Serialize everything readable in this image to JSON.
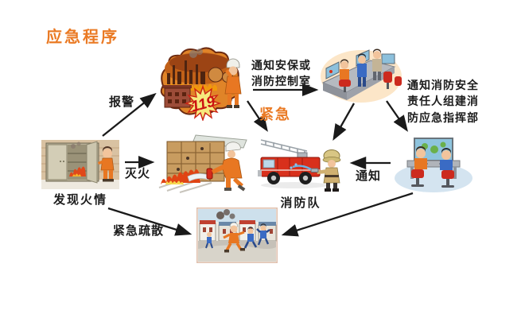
{
  "title": "应急程序",
  "colors": {
    "accent": "#ea7a24",
    "arrow": "#1a1a1a"
  },
  "nodes": {
    "discover": {
      "label": "发现火情",
      "icon": "person-discovers-cabinet-fire"
    },
    "alarm": {
      "badge": "119",
      "icon": "burning-plant-call-119"
    },
    "extinguish": {
      "icon": "worker-extinguishing-fire"
    },
    "control_room": {
      "icon": "fire-control-room-operators"
    },
    "fire_brigade": {
      "label": "消防队",
      "icon": "fire-engine-and-firefighter"
    },
    "command_post": {
      "icon": "emergency-command-desk"
    },
    "evacuation": {
      "icon": "people-evacuating-buildings"
    }
  },
  "edges": {
    "report": {
      "label": "报警"
    },
    "put_out": {
      "label": "灭火"
    },
    "evacuate": {
      "label": "紧急疏散"
    },
    "notify_security": {
      "label": "通知安保或\n消防控制室"
    },
    "urgent": {
      "label": "紧急"
    },
    "notify_chief": {
      "label": "通知消防安全\n责任人组建消\n防应急指挥部"
    },
    "notify": {
      "label": "通知"
    }
  }
}
